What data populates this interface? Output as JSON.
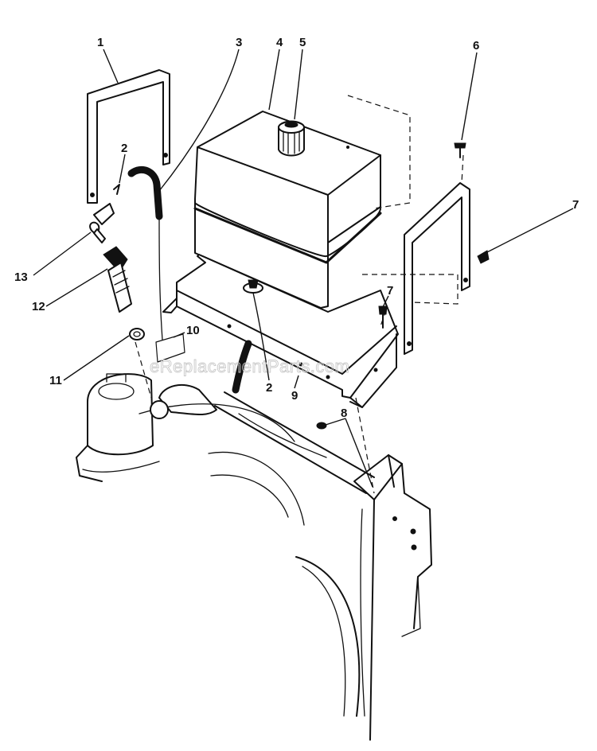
{
  "watermark": "eReplacementParts.com",
  "callouts": [
    {
      "id": "1",
      "text": "1"
    },
    {
      "id": "2a",
      "text": "2"
    },
    {
      "id": "3",
      "text": "3"
    },
    {
      "id": "4",
      "text": "4"
    },
    {
      "id": "5",
      "text": "5"
    },
    {
      "id": "6",
      "text": "6"
    },
    {
      "id": "7a",
      "text": "7"
    },
    {
      "id": "7b",
      "text": "7"
    },
    {
      "id": "8",
      "text": "8"
    },
    {
      "id": "9",
      "text": "9"
    },
    {
      "id": "10",
      "text": "10"
    },
    {
      "id": "2b",
      "text": "2"
    },
    {
      "id": "11",
      "text": "11"
    },
    {
      "id": "12",
      "text": "12"
    },
    {
      "id": "13",
      "text": "13"
    }
  ]
}
